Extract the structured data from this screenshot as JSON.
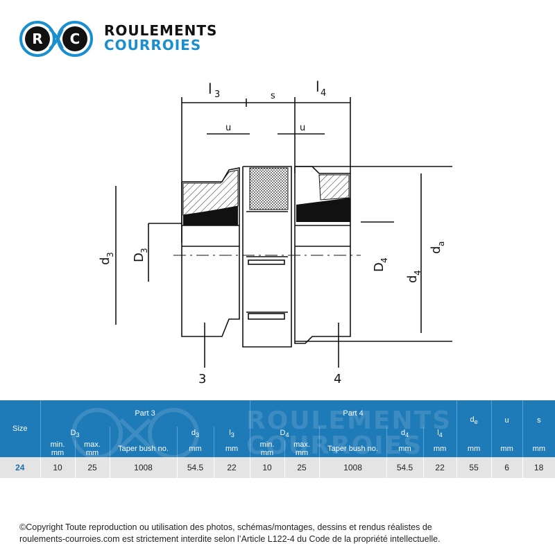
{
  "logo": {
    "letter_r": "R",
    "letter_c": "C",
    "line1": "ROULEMENTS",
    "line2": "COURROIES",
    "colors": {
      "dark": "#111111",
      "blue": "#1a8fd0"
    }
  },
  "drawing": {
    "dim_l3": "l",
    "dim_l3_sub": "3",
    "dim_s": "s",
    "dim_l4": "l",
    "dim_l4_sub": "4",
    "dim_u_left": "u",
    "dim_u_right": "u",
    "dim_d3": "d",
    "dim_d3_sub": "3",
    "dim_D3": "D",
    "dim_D3_sub": "3",
    "dim_D4": "D",
    "dim_D4_sub": "4",
    "dim_d4": "d",
    "dim_d4_sub": "4",
    "dim_da": "d",
    "dim_da_sub": "a",
    "part_3": "3",
    "part_4": "4"
  },
  "table": {
    "header_color": "#1f7ab8",
    "size_label": "Size",
    "part3": "Part 3",
    "part4": "Part 4",
    "D3": "D",
    "D3_sub": "3",
    "d3": "d",
    "d3_sub": "3",
    "l3": "l",
    "l3_sub": "3",
    "D4": "D",
    "D4_sub": "4",
    "d4": "d",
    "d4_sub": "4",
    "l4": "l",
    "l4_sub": "4",
    "de": "d",
    "de_sub": "e",
    "u": "u",
    "s": "s",
    "min": "min.",
    "max": "max.",
    "taper": "Taper bush no.",
    "mm": "mm",
    "row": {
      "size": "24",
      "D3_min": "10",
      "D3_max": "25",
      "bush3": "1008",
      "d3": "54.5",
      "l3": "22",
      "D4_min": "10",
      "D4_max": "25",
      "bush4": "1008",
      "d4": "54.5",
      "l4": "22",
      "de": "55",
      "u": "6",
      "s": "18"
    },
    "watermark_line1": "ROULEMENTS",
    "watermark_line2": "COURROIES"
  },
  "copyright": {
    "line1": "©Copyright Toute reproduction ou utilisation des photos, schémas/montages, dessins et rendus réalistes de",
    "line2": "roulements-courroies.com est strictement interdite selon l’Article L122-4 du Code de la propriété intellectuelle."
  }
}
